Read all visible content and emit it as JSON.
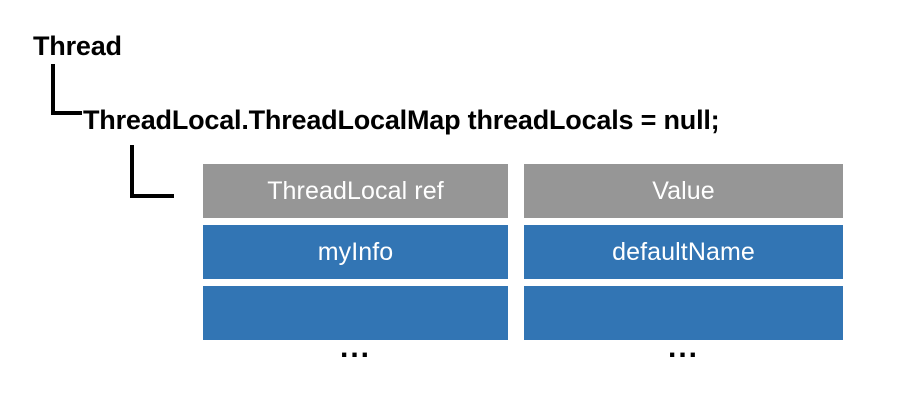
{
  "diagram": {
    "type": "tree-with-table",
    "title": "Thread / ThreadLocalMap structure",
    "nodes": {
      "root_label": "Thread",
      "child_label": "ThreadLocal.ThreadLocalMap threadLocals = null;"
    },
    "connectors": [
      {
        "name": "thread-to-threadlocals",
        "style": "elbow"
      },
      {
        "name": "threadlocals-to-table",
        "style": "elbow"
      }
    ]
  },
  "table": {
    "name": "threadlocalmap-entries",
    "headers": [
      "ThreadLocal ref",
      "Value"
    ],
    "rows": [
      {
        "key": "myInfo",
        "value": "defaultName"
      },
      {
        "key": "",
        "value": ""
      }
    ],
    "continuation": [
      "...",
      "..."
    ]
  },
  "colors": {
    "header_bg": "#969696",
    "row_bg": "#3275B4",
    "cell_text": "#ffffff",
    "label_text": "#000000",
    "connector": "#000000",
    "background": "#ffffff"
  }
}
